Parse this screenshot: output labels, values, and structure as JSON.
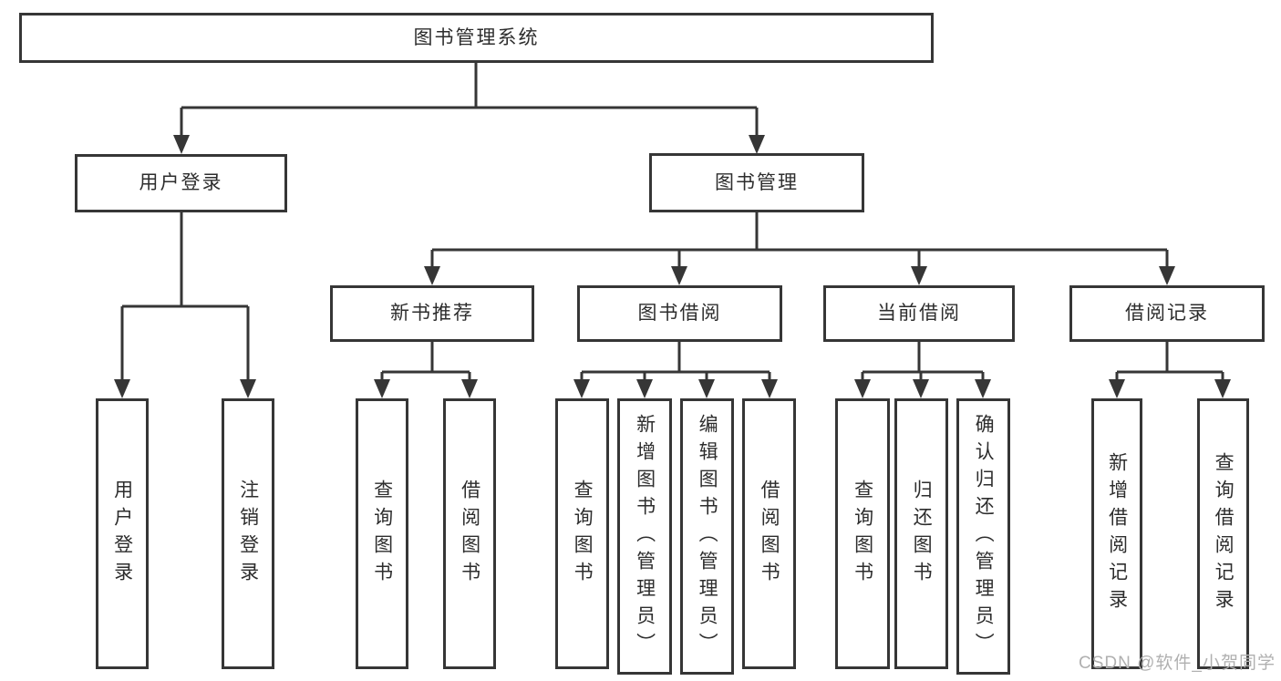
{
  "colors": {
    "line": "#363636",
    "text": "#2d2d2d",
    "watermark": "#b0b0b0",
    "background": "#ffffff"
  },
  "tree": {
    "root": {
      "label": "图书管理系统"
    },
    "branches": [
      {
        "label": "用户登录",
        "children": [
          {
            "label": "用户登录"
          },
          {
            "label": "注销登录"
          }
        ]
      },
      {
        "label": "图书管理",
        "children": [
          {
            "label": "新书推荐",
            "children": [
              {
                "label": "查询图书"
              },
              {
                "label": "借阅图书"
              }
            ]
          },
          {
            "label": "图书借阅",
            "children": [
              {
                "label": "查询图书"
              },
              {
                "label": "新增图书（管理员）"
              },
              {
                "label": "编辑图书（管理员）"
              },
              {
                "label": "借阅图书"
              }
            ]
          },
          {
            "label": "当前借阅",
            "children": [
              {
                "label": "查询图书"
              },
              {
                "label": "归还图书"
              },
              {
                "label": "确认归还（管理员）"
              }
            ]
          },
          {
            "label": "借阅记录",
            "children": [
              {
                "label": "新增借阅记录"
              },
              {
                "label": "查询借阅记录"
              }
            ]
          }
        ]
      }
    ]
  },
  "watermark": {
    "text": "CSDN @软件_小贺同学"
  }
}
